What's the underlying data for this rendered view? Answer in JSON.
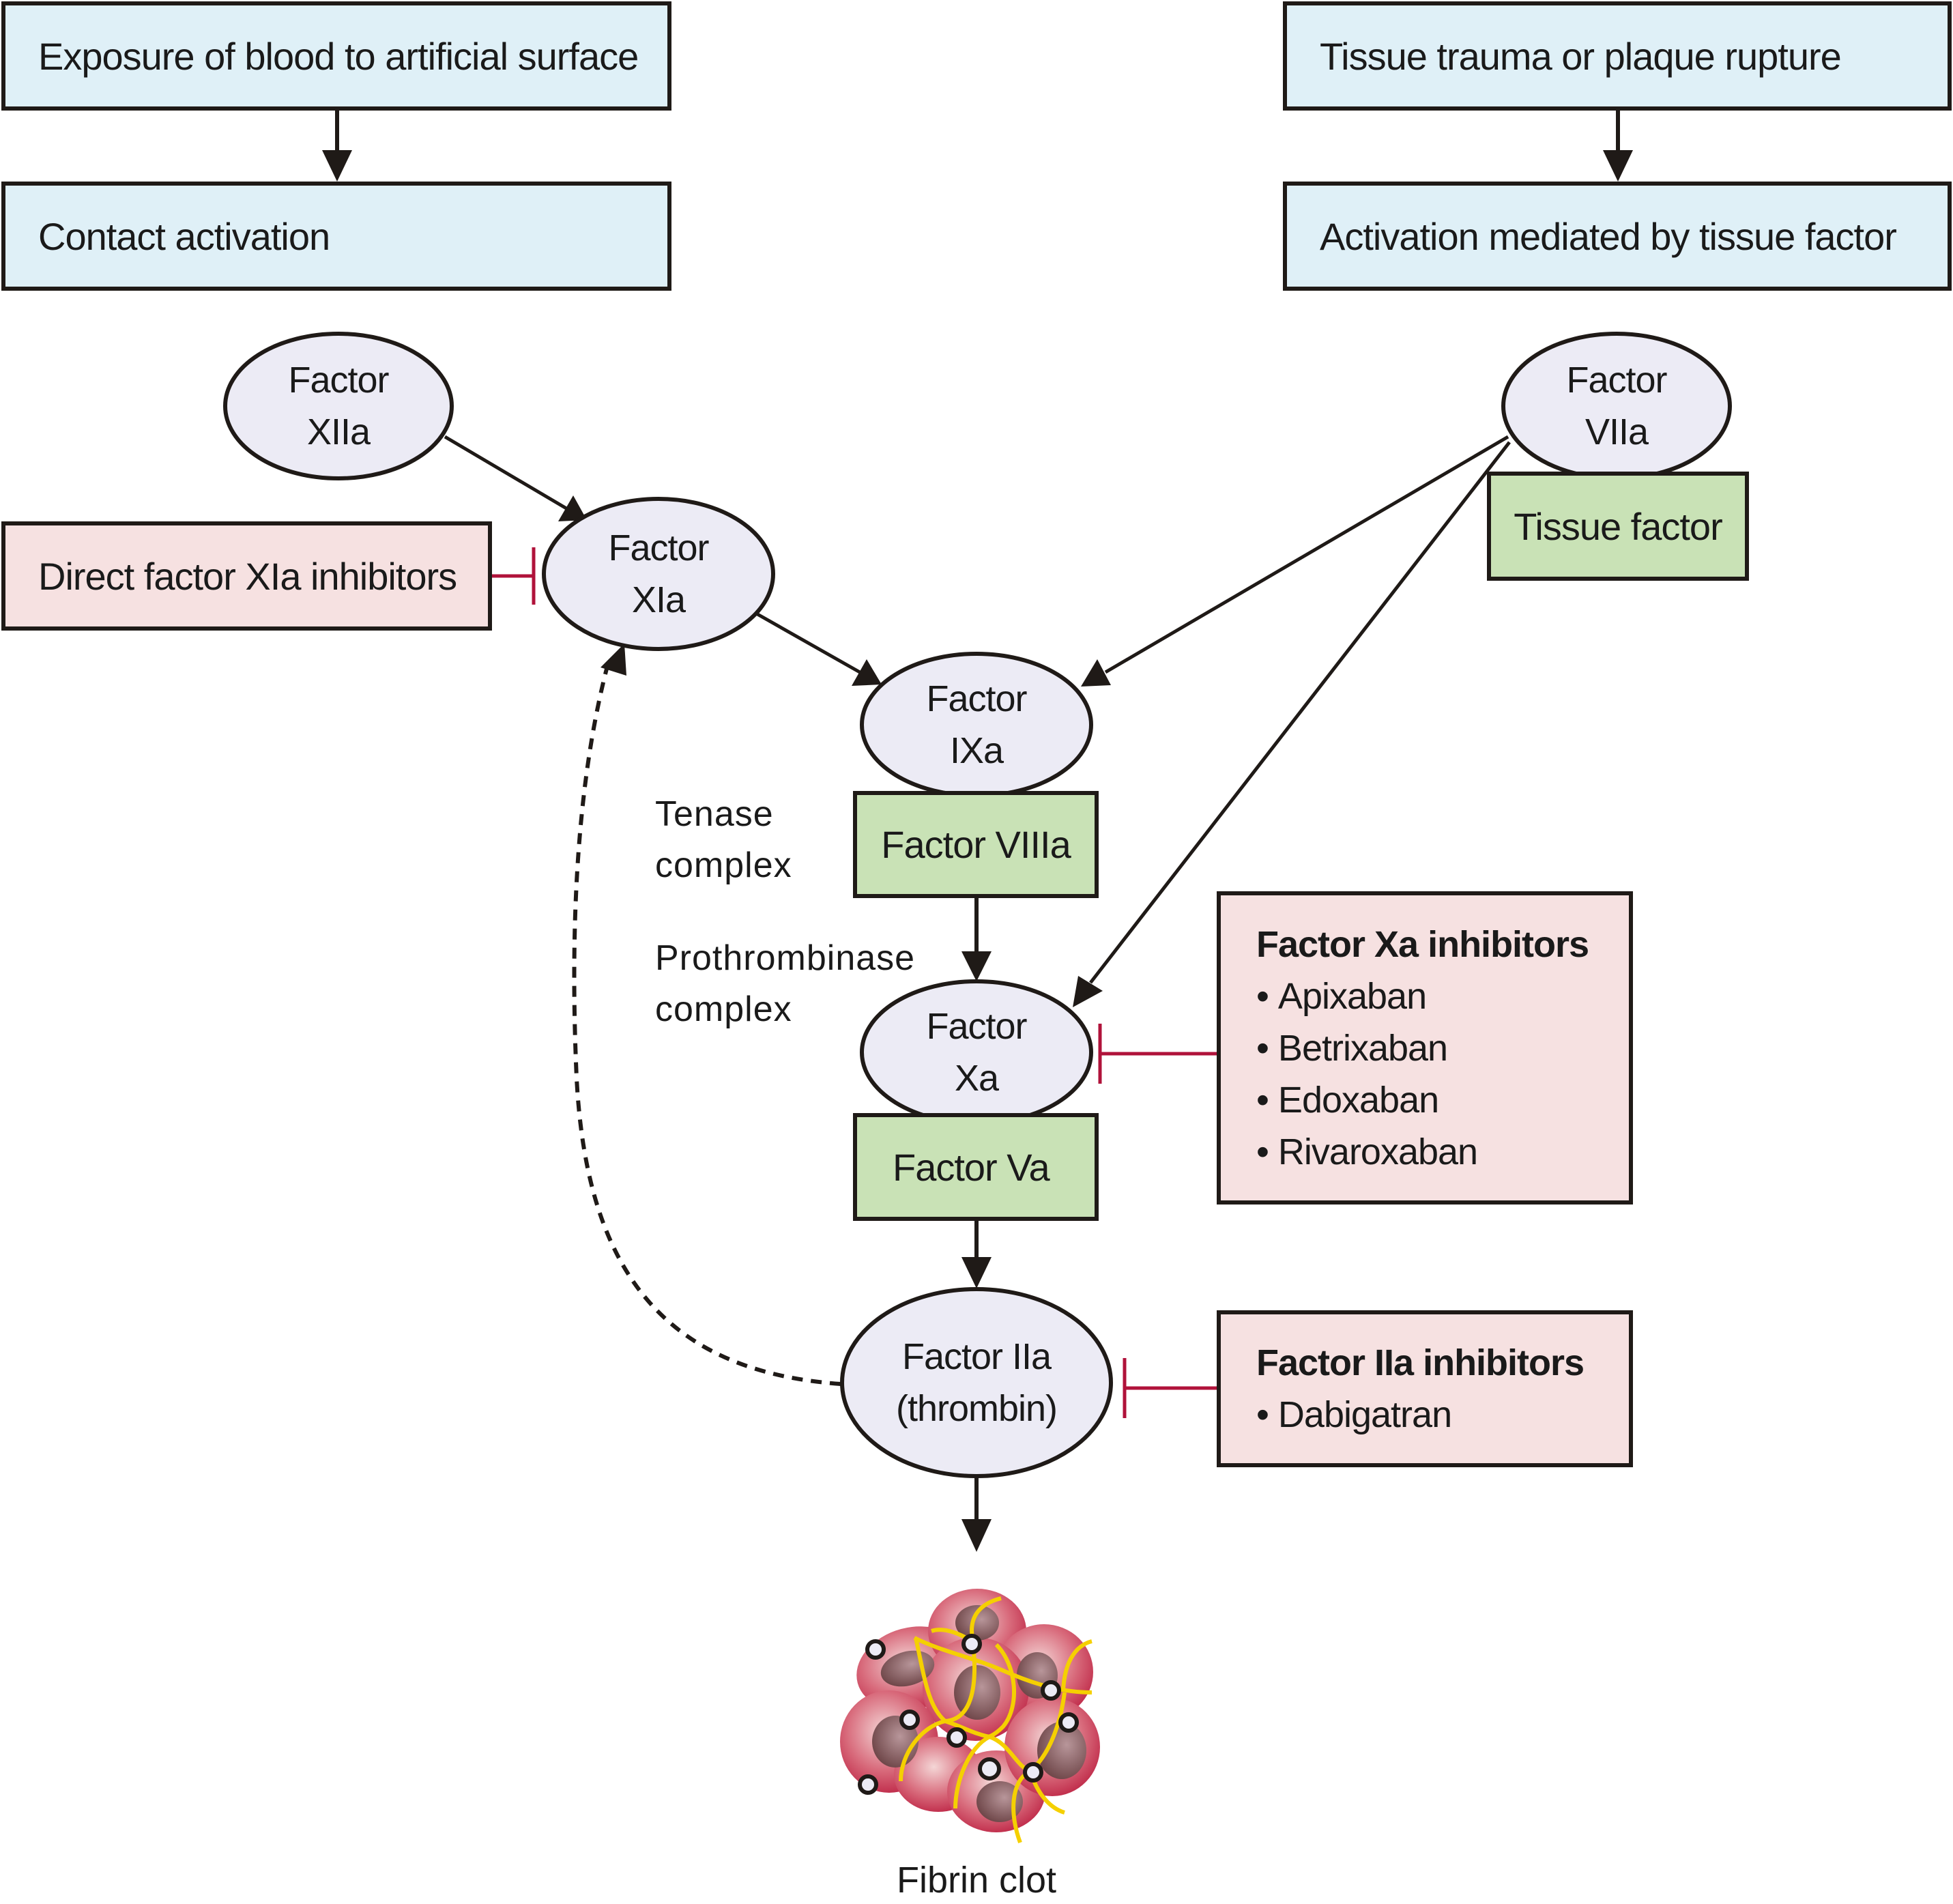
{
  "figure": {
    "triggers": {
      "contact_trigger": "Exposure of blood to artificial surface",
      "contact_pathway": "Contact activation",
      "tissue_trigger": "Tissue trauma or plaque rupture",
      "tissue_pathway": "Activation mediated by tissue factor"
    },
    "factors": {
      "xiia": [
        "Factor",
        "XIIa"
      ],
      "xia": [
        "Factor",
        "XIa"
      ],
      "viia": [
        "Factor",
        "VIIa"
      ],
      "ixa": [
        "Factor",
        "IXa"
      ],
      "xa": [
        "Factor",
        "Xa"
      ],
      "iia": [
        "Factor IIa",
        "(thrombin)"
      ]
    },
    "cofactors": {
      "tissue_factor": "Tissue factor",
      "viiia": "Factor VIIIa",
      "va": "Factor Va"
    },
    "complex_labels": {
      "tenase": [
        "Tenase",
        "complex"
      ],
      "prothrombinase": [
        "Prothrombinase",
        "complex"
      ]
    },
    "inhibitors": {
      "xia": {
        "label": "Direct factor XIa inhibitors"
      },
      "xa": {
        "title": "Factor Xa inhibitors",
        "drugs": [
          "Apixaban",
          "Betrixaban",
          "Edoxaban",
          "Rivaroxaban"
        ]
      },
      "iia": {
        "title": "Factor IIa inhibitors",
        "drugs": [
          "Dabigatran"
        ]
      }
    },
    "outcome": "Fibrin clot",
    "colors": {
      "trigger_box": "#dff0f7",
      "factor_node": "#ecebf5",
      "cofactor_box": "#c9e2b6",
      "inhibitor_box": "#f6e1e1",
      "inhibition_line": "#b0123a",
      "fibrin_strand": "#f5d000",
      "red_cell": "#c0243f"
    }
  }
}
